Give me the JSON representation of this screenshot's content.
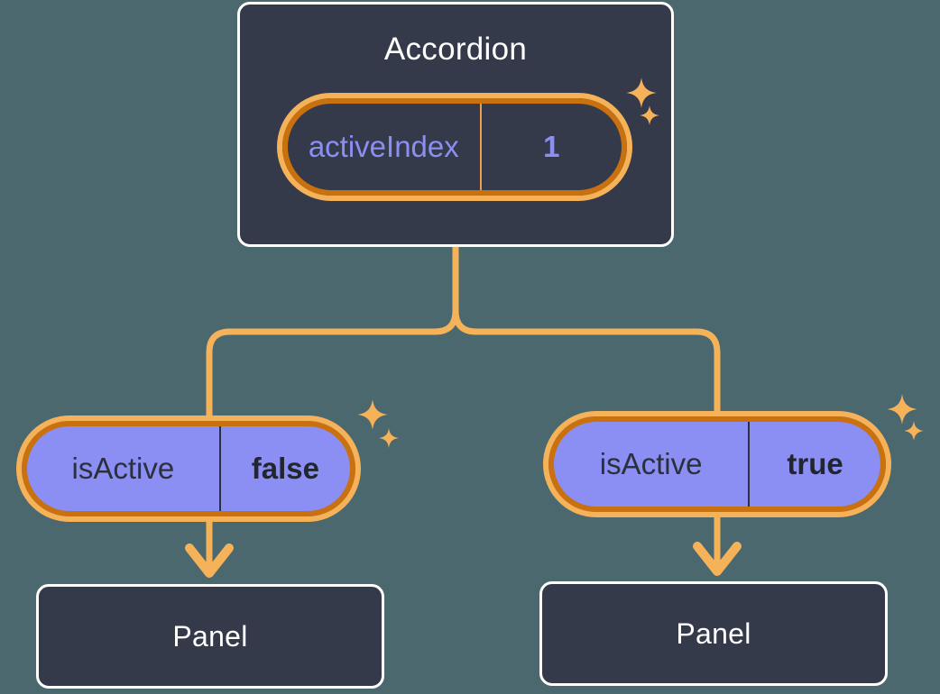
{
  "background_color": "#4c686f",
  "palette": {
    "card_fill": "#343a4a",
    "card_border": "#ffffff",
    "pill_ring_outer": "#c9700f",
    "pill_ring_inner": "#f6b259",
    "pill_state_fill": "#8b8ef2",
    "accent_purple": "#8b8ef2",
    "wire": "#f6b259",
    "text_light": "#ffffff",
    "text_dark": "#2b303c"
  },
  "diagram": {
    "type": "component-tree",
    "root": {
      "title": "Accordion",
      "state": {
        "key": "activeIndex",
        "value": "1"
      }
    },
    "branches": [
      {
        "side": "left",
        "state": {
          "key": "isActive",
          "value": "false"
        },
        "child": {
          "title": "Panel"
        }
      },
      {
        "side": "right",
        "state": {
          "key": "isActive",
          "value": "true"
        },
        "child": {
          "title": "Panel"
        }
      }
    ],
    "decorations": [
      {
        "name": "sparkle-icon",
        "size": "large",
        "near": "root-state"
      },
      {
        "name": "sparkle-icon",
        "size": "small",
        "near": "root-state"
      },
      {
        "name": "sparkle-icon",
        "size": "large",
        "near": "left-state"
      },
      {
        "name": "sparkle-icon",
        "size": "small",
        "near": "left-state"
      },
      {
        "name": "sparkle-icon",
        "size": "large",
        "near": "right-state"
      },
      {
        "name": "sparkle-icon",
        "size": "small",
        "near": "right-state"
      }
    ],
    "connectors": [
      {
        "name": "root-to-branches",
        "style": "orthogonal-rounded",
        "arrow": false
      },
      {
        "name": "left-state-to-panel",
        "style": "straight",
        "arrow": true
      },
      {
        "name": "right-state-to-panel",
        "style": "straight",
        "arrow": true
      }
    ]
  }
}
